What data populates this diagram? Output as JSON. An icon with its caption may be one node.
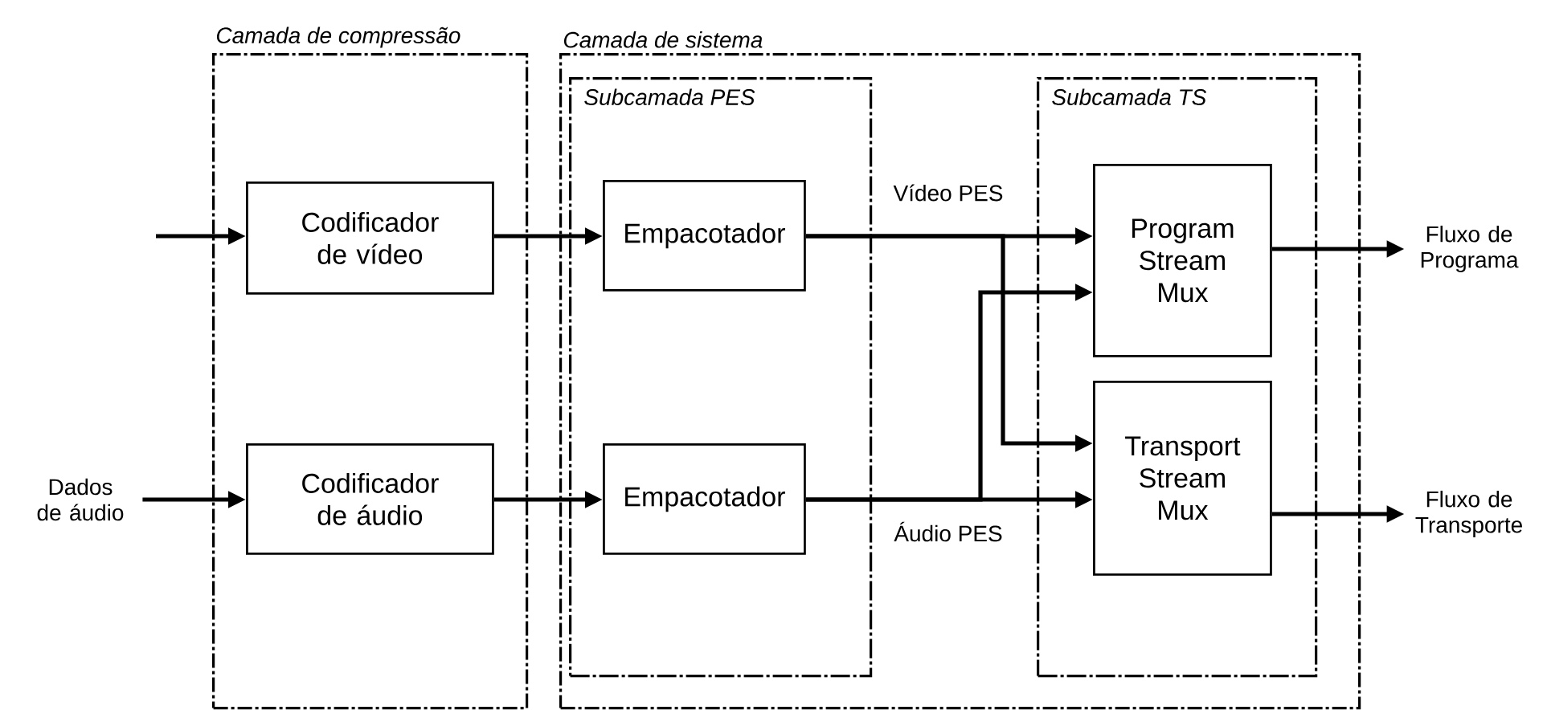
{
  "diagram": {
    "nodes": [
      {
        "text": [
          "Camada de compressão"
        ]
      },
      {
        "text": [
          "Camada de sistema"
        ]
      },
      {
        "text": [
          "Subcamada PES"
        ],
        "in": 1
      },
      {
        "text": [
          "Subcamada TS"
        ],
        "in": 1
      },
      {
        "text": [
          "Codificador de vídeo"
        ],
        "in": 0
      },
      {
        "text": [
          "Codificador de áudio"
        ],
        "in": 0
      },
      {
        "text": [
          "Empacotador"
        ],
        "in": 2
      },
      {
        "text": [
          "Empacotador"
        ],
        "in": 2
      },
      {
        "text": [
          "Program Stream Mux"
        ],
        "in": 3
      },
      {
        "text": [
          "Transport Stream Mux"
        ],
        "in": 3
      },
      {
        "text": [
          "Dados de áudio"
        ]
      },
      {
        "text": [
          "Fluxo de Programa"
        ]
      },
      {
        "text": [
          "Fluxo de Transporte"
        ]
      }
    ],
    "edges": [
      {
        "from": null,
        "to": 4,
        "arrow": "to"
      },
      {
        "from": 10,
        "to": 5,
        "arrow": "to"
      },
      {
        "from": 4,
        "to": 6,
        "arrow": "to"
      },
      {
        "from": 5,
        "to": 7,
        "arrow": "to"
      },
      {
        "from": 6,
        "to": 8,
        "arrow": "to",
        "label": "Vídeo PES"
      },
      {
        "from": 6,
        "to": 9,
        "arrow": "to"
      },
      {
        "from": 7,
        "to": 9,
        "arrow": "to",
        "label": "Áudio PES"
      },
      {
        "from": 7,
        "to": 8,
        "arrow": "to"
      },
      {
        "from": 8,
        "to": 11,
        "arrow": "to"
      },
      {
        "from": 9,
        "to": 12,
        "arrow": "to"
      }
    ]
  }
}
